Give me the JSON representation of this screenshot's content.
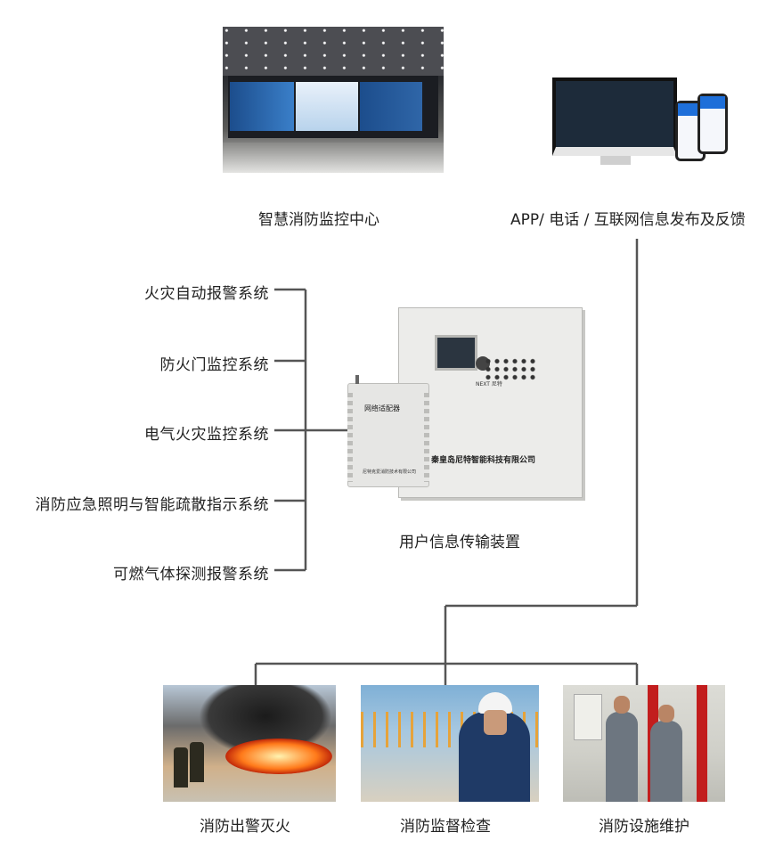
{
  "top_left_caption": "智慧消防监控中心",
  "top_right_caption": "APP/ 电话 / 互联网信息发布及反馈",
  "left_systems": [
    "火灾自动报警系统",
    "防火门监控系统",
    "电气火灾监控系统",
    "消防应急照明与智能疏散指示系统",
    "可燃气体探测报警系统"
  ],
  "center_caption": "用户信息传输装置",
  "adapter_label": "网络适配器",
  "adapter_company": "尼特克爱消防技术有限公司",
  "cabinet_company": "秦皇岛尼特智能科技有限公司",
  "cabinet_brand": "NEXT 尼特",
  "bottom_captions": [
    "消防出警灭火",
    "消防监督检查",
    "消防设施维护"
  ],
  "colors": {
    "line": "#555555",
    "text": "#222222"
  }
}
